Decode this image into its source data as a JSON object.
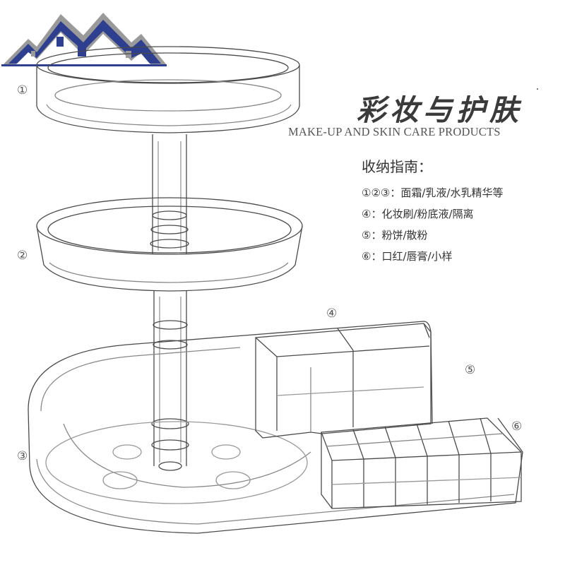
{
  "title_cn": "彩妆与护肤",
  "title_en": "MAKE-UP AND SKIN CARE PRODUCTS",
  "guide_heading": "收纳指南：",
  "guide_lines": [
    "①②③：面霜/乳液/水乳精华等",
    "④：化妆刷/粉底液/隔离",
    "⑤：粉饼/散粉",
    "⑥：口红/唇膏/小样"
  ],
  "callouts": {
    "c1": "①",
    "c2": "②",
    "c3": "③",
    "c4": "④",
    "c5": "⑤",
    "c6": "⑥"
  },
  "colors": {
    "logo_navy": "#2e3f8f",
    "logo_gray": "#8c8c8c",
    "sketch_line": "#4a4a4a",
    "text": "#333333"
  },
  "icons": {
    "logo": "house-roof-logo-icon"
  }
}
